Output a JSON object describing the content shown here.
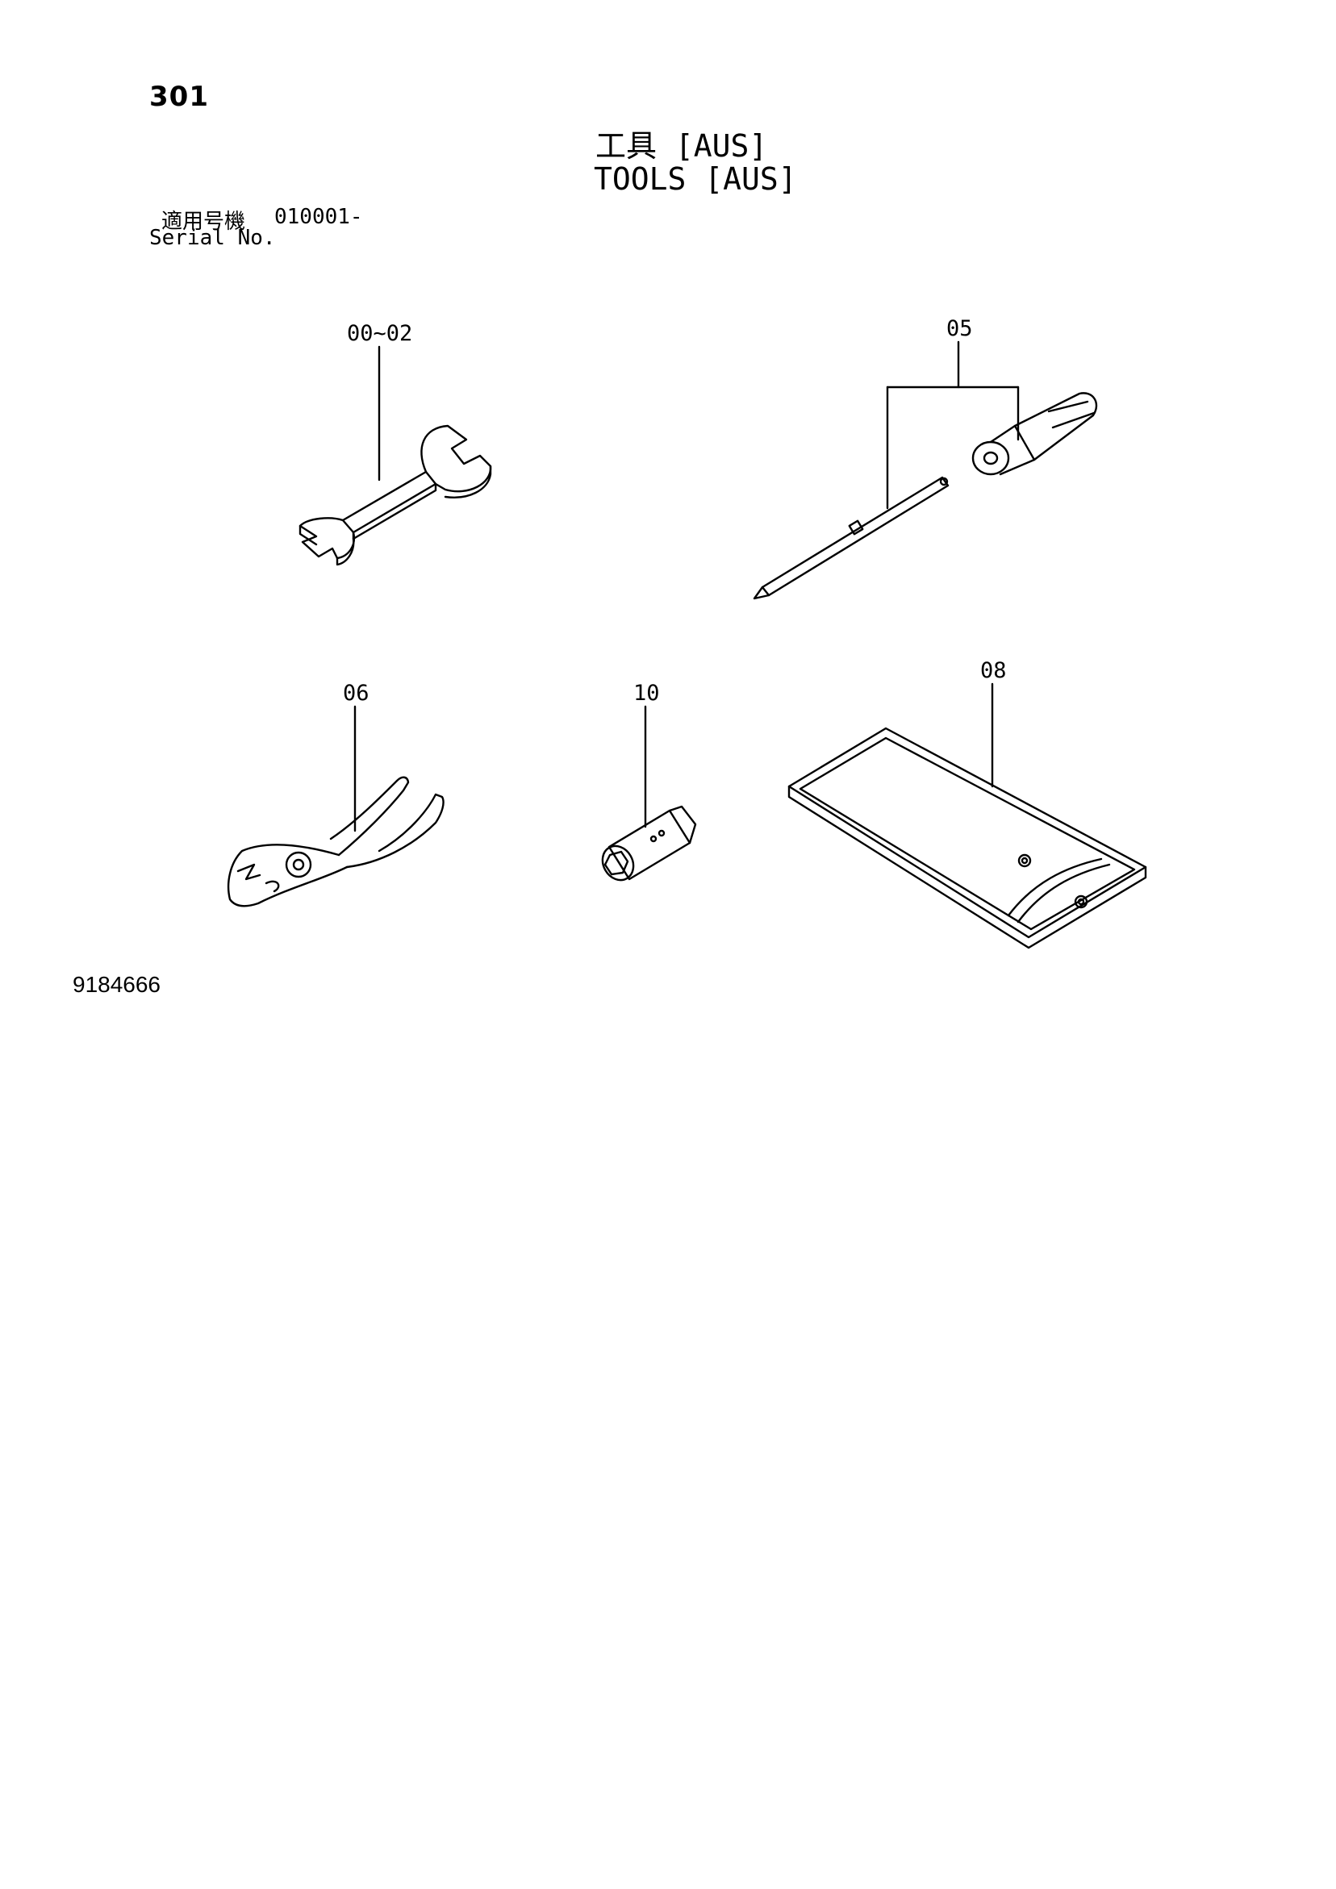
{
  "page": {
    "number": "301",
    "title_jp": "工具 [AUS]",
    "title_en": "TOOLS [AUS]",
    "serial_label_jp": "適用号機",
    "serial_value": "010001-",
    "serial_label_en": "Serial No.",
    "drawing_number": "9184666"
  },
  "callouts": {
    "wrench": "00~02",
    "screwdriver_set": "05",
    "pliers": "06",
    "socket": "10",
    "tool_bag": "08"
  }
}
